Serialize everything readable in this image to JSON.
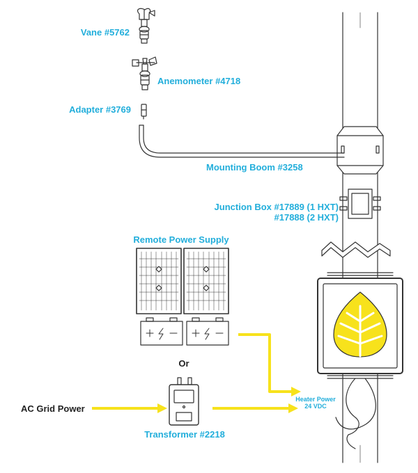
{
  "labels": {
    "vane": "Vane #5762",
    "anemometer": "Anemometer #4718",
    "adapter": "Adapter #3769",
    "boom": "Mounting Boom #3258",
    "junction_line1": "Junction Box #17889 (1 HXT)",
    "junction_line2": "#17888 (2 HXT)",
    "remote_power": "Remote Power Supply",
    "or": "Or",
    "ac_grid": "AC Grid Power",
    "transformer": "Transformer #2218",
    "heater_line1": "Heater Power",
    "heater_line2": "24 VDC"
  },
  "colors": {
    "accent_blue": "#22aedb",
    "arrow_yellow": "#f7e21c",
    "leaf_yellow": "#f7e21c",
    "line": "#333333",
    "text_dark": "#222222"
  },
  "icons": [
    "wind-vane-icon",
    "anemometer-icon",
    "adapter-icon",
    "mounting-boom-icon",
    "pole-icon",
    "junction-box-icon",
    "solar-panel-icon",
    "battery-icon",
    "transformer-icon",
    "logger-enclosure-icon",
    "leaf-logo-icon",
    "arrow-icon"
  ]
}
